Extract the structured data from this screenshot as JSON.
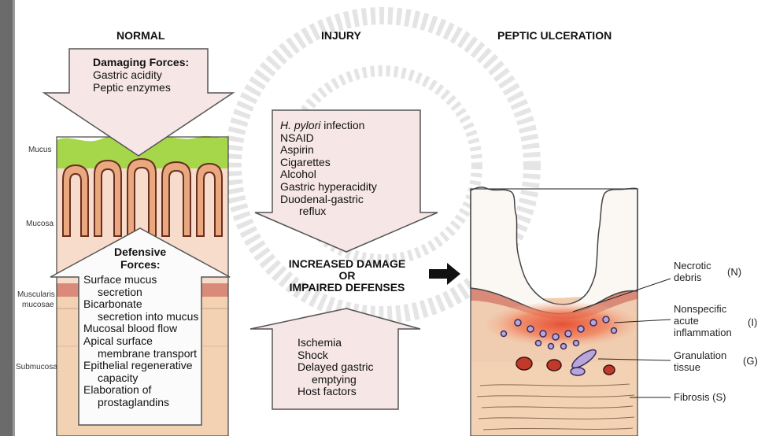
{
  "headers": {
    "normal": "NORMAL",
    "injury": "INJURY",
    "ulceration": "PEPTIC ULCERATION"
  },
  "damaging": {
    "title": "Damaging Forces:",
    "items": [
      "Gastric acidity",
      "Peptic enzymes"
    ]
  },
  "layers": {
    "mucus": "Mucus",
    "mucosa": "Mucosa",
    "muscularis": "Muscularis",
    "muscularis_2": "mucosae",
    "submucosa": "Submucosa"
  },
  "defensive": {
    "title_1": "Defensive",
    "title_2": "Forces:",
    "items": [
      "Surface mucus",
      "secretion",
      "Bicarbonate",
      "secretion into mucus",
      "Mucosal blood flow",
      "Apical surface",
      "membrane transport",
      "Epithelial regenerative",
      "capacity",
      "Elaboration of",
      "prostaglandins"
    ]
  },
  "injury_factors": {
    "hpylori": "H. pylori",
    "hpylori_suffix": " infection",
    "items": [
      "NSAID",
      "Aspirin",
      "Cigarettes",
      "Alcohol",
      "Gastric hyperacidity",
      "Duodenal-gastric",
      "reflux"
    ]
  },
  "center": {
    "line1": "INCREASED DAMAGE",
    "line2": "OR",
    "line3": "IMPAIRED DEFENSES"
  },
  "lower_factors": {
    "items": [
      "Ischemia",
      "Shock",
      "Delayed gastric",
      "emptying",
      "Host factors"
    ]
  },
  "ulcer_labels": {
    "necrotic_1": "Necrotic",
    "necrotic_2": "debris",
    "necrotic_code": "(N)",
    "nonspecific_1": "Nonspecific",
    "nonspecific_2": "acute",
    "nonspecific_3": "inflammation",
    "nonspecific_code": "(I)",
    "granulation_1": "Granulation",
    "granulation_2": "tissue",
    "granulation_code": "(G)",
    "fibrosis": "Fibrosis (S)"
  },
  "colors": {
    "mucus": "#a6d64a",
    "mucosa": "#f7dccb",
    "villus_stroke": "#7a3a2a",
    "muscularis": "#d98a78",
    "submucosa": "#f3d2b4",
    "arrow_fill": "#f6e6e6",
    "arrow_stroke": "#555555",
    "inflammation": "#e8563a"
  }
}
